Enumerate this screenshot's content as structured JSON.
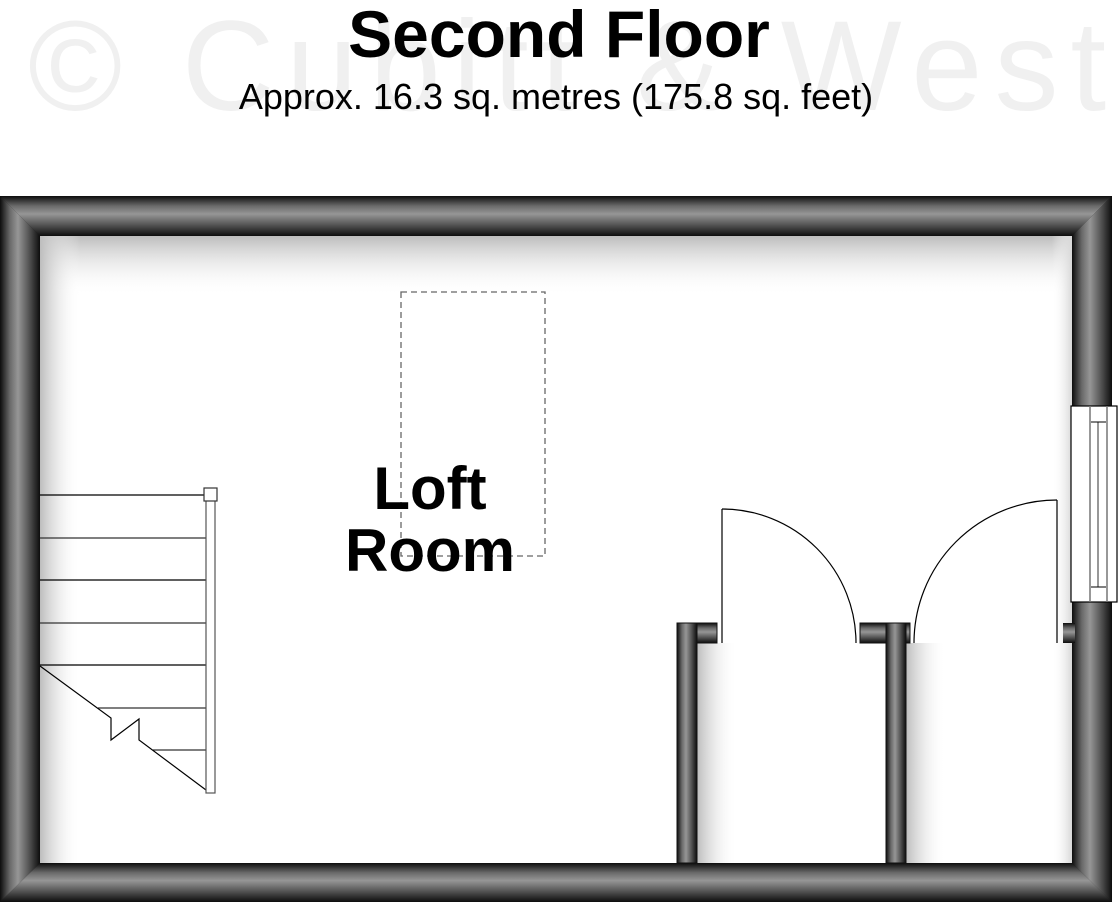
{
  "header": {
    "title": "Second Floor",
    "subtitle": "Approx. 16.3 sq. metres (175.8 sq. feet)"
  },
  "watermark": {
    "text": "© Cubitt & West"
  },
  "plan": {
    "rooms": [
      {
        "label_line1": "Loft",
        "label_line2": "Room"
      }
    ],
    "features": {
      "staircase": "staircase",
      "window": "window-right-wall",
      "skylight": "dashed-roof-window",
      "doors": [
        "cupboard-door-left",
        "cupboard-door-right"
      ]
    },
    "colors": {
      "wall_dark": "#111111",
      "wall_mid": "#939393",
      "floor": "#ffffff",
      "line": "#000000",
      "dashed": "#666666"
    }
  }
}
